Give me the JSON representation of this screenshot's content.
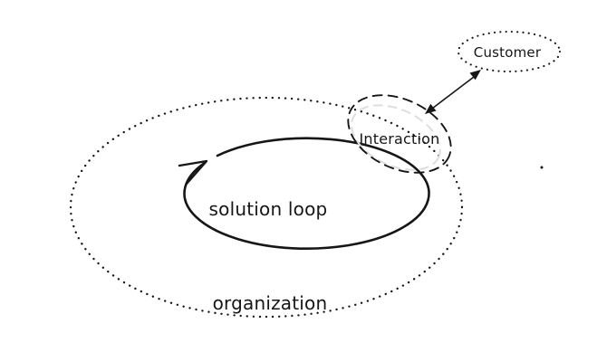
{
  "canvas": {
    "background": "#ffffff",
    "stroke_color": "#161616",
    "ghost_stroke_color": "#dedede"
  },
  "nodes": {
    "organization": {
      "label": "organization",
      "shape": "ellipse",
      "border": "dotted"
    },
    "solution_loop": {
      "label": "solution loop",
      "shape": "loop-arrow",
      "border": "solid",
      "direction": "clockwise"
    },
    "interaction": {
      "label": "Interaction",
      "shape": "ellipse",
      "border": "dashed",
      "tilt_deg": 25
    },
    "customer": {
      "label": "Customer",
      "shape": "ellipse",
      "border": "dotted"
    }
  },
  "edges": [
    {
      "from": "Interaction",
      "to": "Customer",
      "line": "solid",
      "arrows": "both"
    }
  ]
}
